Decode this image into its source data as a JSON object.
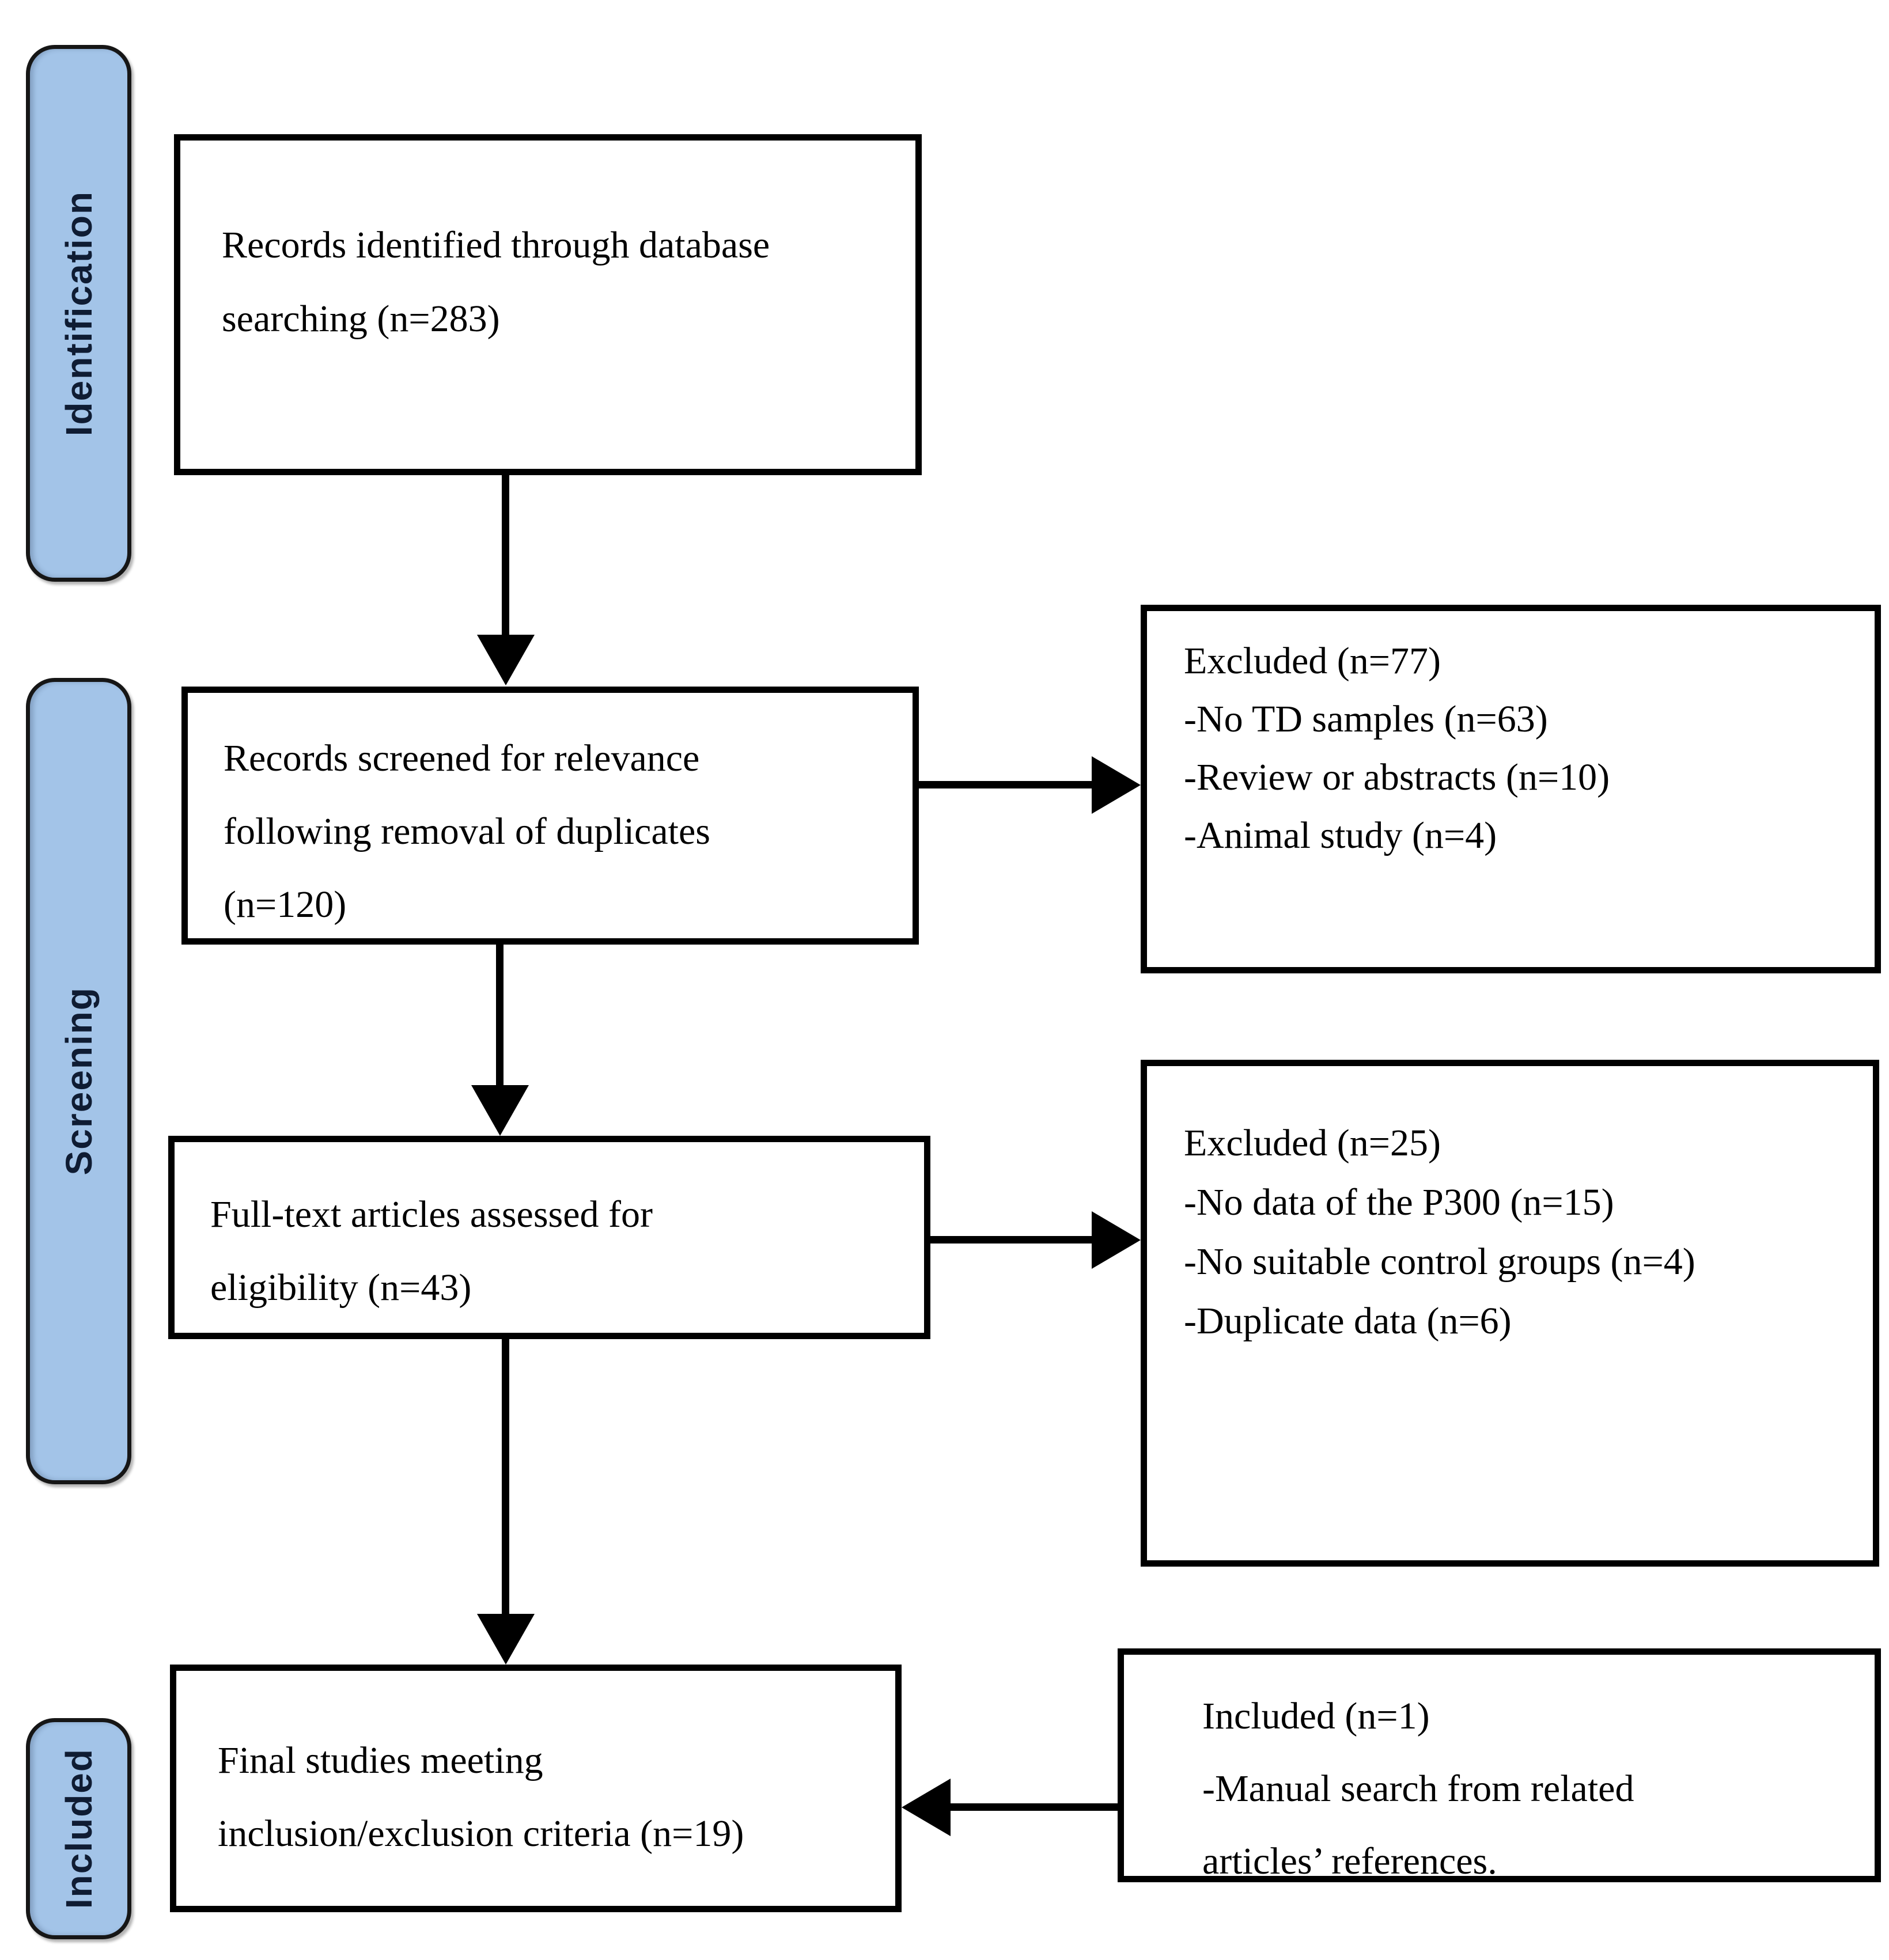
{
  "figure": {
    "background_color": "#ffffff",
    "stage_bar_fill": "#a3c4e8",
    "stage_bar_border": "#161616",
    "box_border_color": "#000000",
    "arrow_color": "#000000",
    "stage_bars": [
      {
        "label": "Identification"
      },
      {
        "label": "Screening"
      },
      {
        "label": "Included"
      }
    ],
    "flow_boxes": [
      {
        "lines": [
          "Records identified through database",
          "searching (n=283)"
        ]
      },
      {
        "lines": [
          "Records screened for relevance",
          "following removal of duplicates",
          "(n=120)"
        ]
      },
      {
        "lines": [
          "Full-text articles assessed for",
          "eligibility (n=43)"
        ]
      },
      {
        "lines": [
          "Final studies meeting",
          "inclusion/exclusion criteria (n=19)"
        ]
      }
    ],
    "side_boxes": [
      {
        "lines": [
          "Excluded (n=77)",
          "-No TD samples (n=63)",
          "-Review or abstracts (n=10)",
          "-Animal study (n=4)"
        ]
      },
      {
        "lines": [
          "Excluded (n=25)",
          "-No data of the P300 (n=15)",
          "-No suitable control groups (n=4)",
          "-Duplicate data (n=6)"
        ]
      },
      {
        "lines": [
          "Included (n=1)",
          "-Manual search from related",
          "articles’ references."
        ]
      }
    ]
  }
}
